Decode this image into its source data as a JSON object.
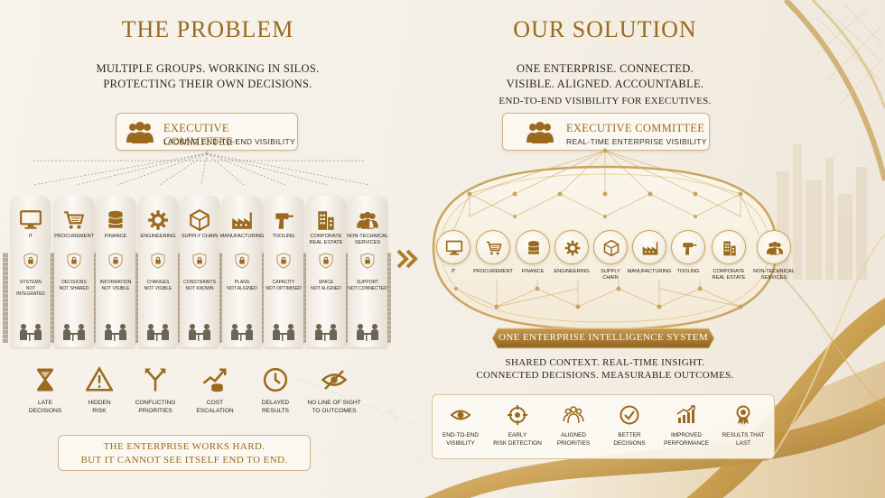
{
  "colors": {
    "gold": "#9a6a1e",
    "gold_light": "#d4b06a",
    "ink": "#2f2418",
    "background": "#f5f0e7"
  },
  "problem": {
    "title": "THE PROBLEM",
    "subtitle_line1": "MULTIPLE GROUPS.  WORKING IN SILOS.",
    "subtitle_line2": "PROTECTING THEIR OWN DECISIONS.",
    "exec": {
      "title": "EXECUTIVE COMMITTEE",
      "subtitle": "LACKING END-TO-END VISIBILITY",
      "icon": "people-group-icon"
    },
    "pillars": [
      {
        "name": "IT",
        "name2": "",
        "issue1": "SYSTEMS",
        "issue2": "NOT",
        "issue3": "INTEGRATED",
        "icon": "monitor-icon"
      },
      {
        "name": "PROCUREMENT",
        "name2": "",
        "issue1": "DECISIONS",
        "issue2": "NOT SHARED",
        "issue3": "",
        "icon": "cart-icon"
      },
      {
        "name": "FINANCE",
        "name2": "",
        "issue1": "INFORMATION",
        "issue2": "NOT VISIBLE",
        "issue3": "",
        "icon": "coins-icon"
      },
      {
        "name": "ENGINEERING",
        "name2": "",
        "issue1": "CHANGES",
        "issue2": "NOT VISIBLE",
        "issue3": "",
        "icon": "gear-icon"
      },
      {
        "name": "SUPPLY CHAIN",
        "name2": "",
        "issue1": "CONSTRAINTS",
        "issue2": "NOT KNOWN",
        "issue3": "",
        "icon": "box-icon"
      },
      {
        "name": "MANUFACTURING",
        "name2": "",
        "issue1": "PLANS",
        "issue2": "NOT ALIGNED",
        "issue3": "",
        "icon": "factory-icon"
      },
      {
        "name": "TOOLING",
        "name2": "",
        "issue1": "CAPACITY",
        "issue2": "NOT OPTIMISED",
        "issue3": "",
        "icon": "drill-icon"
      },
      {
        "name": "CORPORATE",
        "name2": "REAL ESTATE",
        "issue1": "SPACE",
        "issue2": "NOT ALIGNED",
        "issue3": "",
        "icon": "building-icon"
      },
      {
        "name": "NON-TECHNICAL",
        "name2": "SERVICES",
        "issue1": "SUPPORT",
        "issue2": "NOT CONNECTED",
        "issue3": "",
        "icon": "people-icon"
      }
    ],
    "impacts": [
      {
        "line1": "LATE",
        "line2": "DECISIONS",
        "icon": "hourglass-icon"
      },
      {
        "line1": "HIDDEN",
        "line2": "RISK",
        "icon": "warning-icon"
      },
      {
        "line1": "CONFLICTING",
        "line2": "PRIORITIES",
        "icon": "split-arrow-icon"
      },
      {
        "line1": "COST",
        "line2": "ESCALATION",
        "icon": "cost-chart-icon"
      },
      {
        "line1": "DELAYED",
        "line2": "RESULTS",
        "icon": "clock-icon"
      },
      {
        "line1": "NO LINE OF SIGHT",
        "line2": "TO OUTCOMES",
        "icon": "eye-slash-icon"
      }
    ],
    "footer_line1": "THE ENTERPRISE WORKS HARD.",
    "footer_line2": "BUT IT CANNOT SEE ITSELF END TO END."
  },
  "solution": {
    "title": "OUR SOLUTION",
    "subtitle_line1": "ONE ENTERPRISE.  CONNECTED.",
    "subtitle_line2": "VISIBLE. ALIGNED. ACCOUNTABLE.",
    "subtitle_line3": "END-TO-END VISIBILITY FOR EXECUTIVES.",
    "exec": {
      "title": "EXECUTIVE COMMITTEE",
      "subtitle": "REAL-TIME ENTERPRISE VISIBILITY",
      "icon": "people-group-icon"
    },
    "nodes": [
      {
        "name": "IT",
        "name2": "",
        "icon": "monitor-icon"
      },
      {
        "name": "PROCUREMENT",
        "name2": "",
        "icon": "cart-icon"
      },
      {
        "name": "FINANCE",
        "name2": "",
        "icon": "coins-icon"
      },
      {
        "name": "ENGINEERING",
        "name2": "",
        "icon": "gear-icon"
      },
      {
        "name": "SUPPLY",
        "name2": "CHAIN",
        "icon": "box-icon"
      },
      {
        "name": "MANUFACTURING",
        "name2": "",
        "icon": "factory-icon"
      },
      {
        "name": "TOOLING",
        "name2": "",
        "icon": "drill-icon"
      },
      {
        "name": "CORPORATE",
        "name2": "REAL ESTATE",
        "icon": "building-icon"
      },
      {
        "name": "NON-TECHNICAL",
        "name2": "SERVICES",
        "icon": "people-icon"
      }
    ],
    "banner": "ONE ENTERPRISE INTELLIGENCE SYSTEM",
    "tagline_line1": "SHARED CONTEXT. REAL-TIME INSIGHT.",
    "tagline_line2": "CONNECTED DECISIONS. MEASURABLE OUTCOMES.",
    "outcomes": [
      {
        "line1": "END-TO-END",
        "line2": "VISIBILITY",
        "icon": "eye-icon"
      },
      {
        "line1": "EARLY",
        "line2": "RISK DETECTION",
        "icon": "target-icon"
      },
      {
        "line1": "ALIGNED",
        "line2": "PRIORITIES",
        "icon": "team-icon"
      },
      {
        "line1": "BETTER",
        "line2": "DECISIONS",
        "icon": "check-circle-icon"
      },
      {
        "line1": "IMPROVED",
        "line2": "PERFORMANCE",
        "icon": "growth-chart-icon"
      },
      {
        "line1": "RESULTS THAT",
        "line2": "LAST",
        "icon": "award-ribbon-icon"
      }
    ]
  }
}
